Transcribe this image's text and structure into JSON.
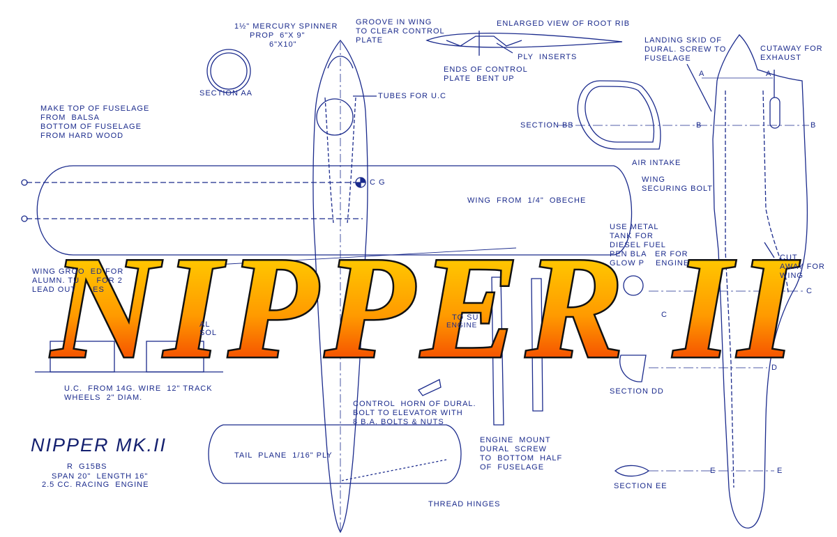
{
  "title": {
    "graphic": "NIPPER II",
    "model": "NIPPER MK.II",
    "designer": "R  G15BS",
    "span_length": "SPAN 20\"  LENGTH 16\"",
    "engine": "2.5 CC. RACING  ENGINE"
  },
  "labels": {
    "spinner": "1½\" MERCURY SPINNER",
    "prop1": "PROP  6\"x 9\"",
    "prop2": "6\"x10\"",
    "section_aa": "SECTION AA",
    "fuselage_note": "MAKE TOP OF FUSELAGE\nFROM  BALSA\nBOTTOM OF FUSELAGE\nFROM HARD WOOD",
    "tubes_uc": "TUBES FOR U.C",
    "cg": "C G",
    "wing_from": "WING  FROM  1/4\"  OBECHE",
    "wing_grooved": "WING GROO  ED FOR\nALUMN. TU      FOR 2\nLEAD OUT      ES",
    "uc_wire": "U.C.  FROM 14G. WIRE  12\" TRACK\nWHEELS  2\" DIAM.",
    "tail_plane": "TAIL  PLANE  1/16\" PLY",
    "control_horn": "CONTROL  HORN OF DURAL.\nBOLT TO ELEVATOR WITH\n8 B.A. BOLTS & NUTS",
    "engine_mount": "ENGINE  MOUNT\nDURAL  SCREW\nTO  BOTTOM  HALF\nOF  FUSELAGE",
    "thread_hinges": "THREAD HINGES",
    "groove_wing": "GROOVE IN WING\nTO CLEAR CONTROL\nPLATE",
    "enlarged_rib": "ENLARGED VIEW OF ROOT RIB",
    "ply_inserts": "PLY  INSERTS",
    "ends_plate": "ENDS OF CONTROL\nPLATE  BENT UP",
    "landing_skid": "LANDING SKID OF\nDURAL. SCREW TO\nFUSELAGE",
    "cutaway_exhaust": "CUTAWAY FOR\nEXHAUST",
    "section_bb": "SECTION BB",
    "air_intake": "AIR INTAKE",
    "wing_bolt": "WING\nSECURING BOLT",
    "metal_tank": "USE METAL\nTANK FOR\nDIESEL FUEL\nPEN BLA   ER FOR\nGLOW P    ENGINE",
    "cut_away_wing": "CUT\nAWAY FOR\nWING",
    "section_dd": "SECTION DD",
    "section_ee": "SECTION EE",
    "engine_frag": "ENGINE",
    "to_su_frag": "TO SU",
    "al_frag": "AL",
    "sol_frag": "SOL",
    "letter_a": "A",
    "letter_b": "B",
    "letter_c": "C",
    "letter_d": "D",
    "letter_e": "E"
  },
  "colors": {
    "ink": "#1a2a8c",
    "title_top": "#ffe000",
    "title_mid": "#ff9a00",
    "title_bottom": "#ee2000",
    "title_outline": "#111111"
  }
}
